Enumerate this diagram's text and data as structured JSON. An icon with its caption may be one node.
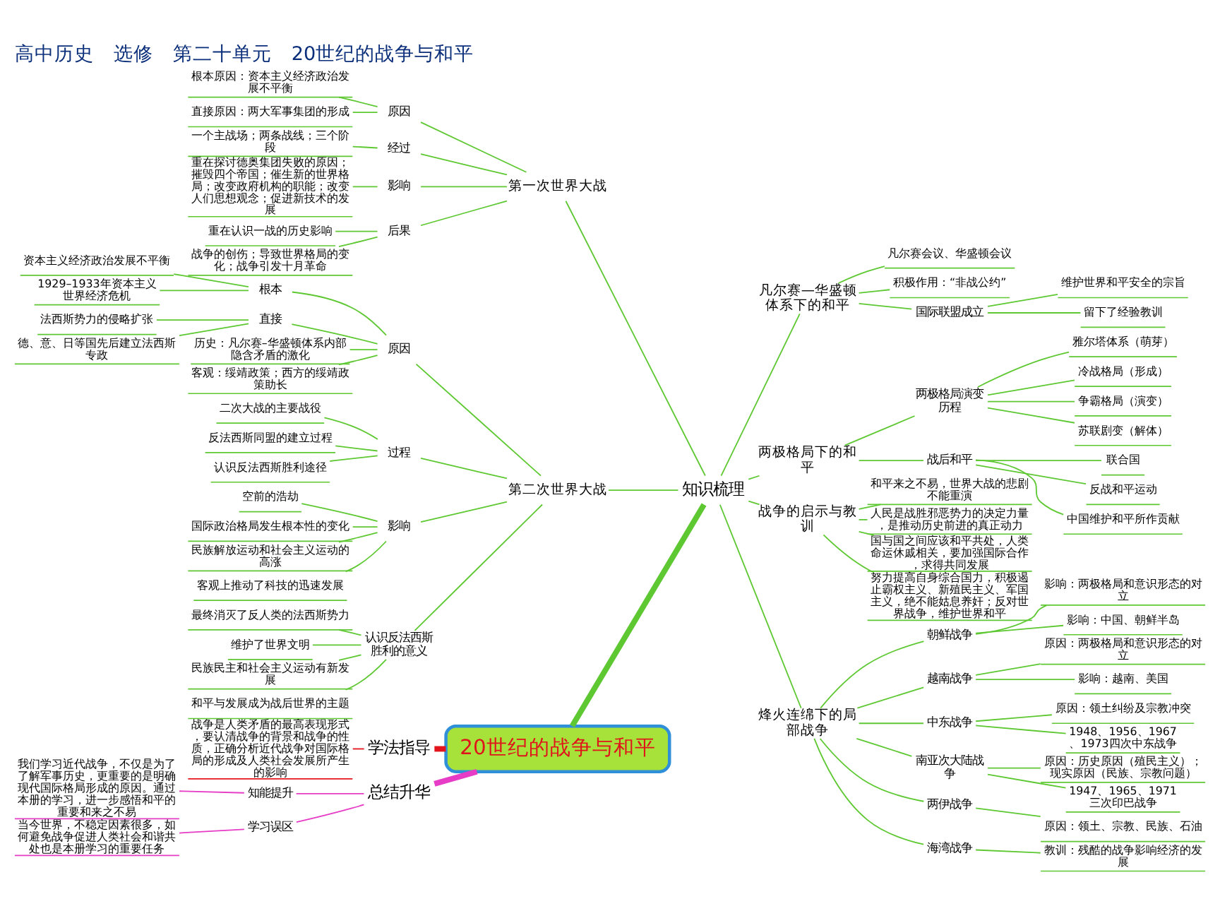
{
  "diagram": {
    "title": "高中历史　选修　第二十单元　20世纪的战争与和平",
    "nodes": [
      {
        "text": [
          "20世纪的战争与和平"
        ]
      },
      {
        "text": [
          "知识梳理"
        ]
      },
      {
        "text": [
          "学法指导"
        ]
      },
      {
        "text": [
          "总结升华"
        ]
      },
      {
        "text": [
          "战争是人类矛盾的最高表现形式，要认清战争的背景和战争的性质，正确分析近代战争对国际格局的形成及人类社会发展所产生的影响"
        ]
      },
      {
        "text": [
          "知能提升"
        ]
      },
      {
        "text": [
          "我们学习近代战争，不仅是为了了解军事历史，更重要的是明确现代国际格局形成的原因。通过本册的学习，进一步感悟和平的重要和来之不易"
        ]
      },
      {
        "text": [
          "学习误区"
        ]
      },
      {
        "text": [
          "当今世界，不稳定因素很多，如何避免战争促进人类社会和谐共处也是本册学习的重要任务"
        ]
      },
      {
        "text": [
          "第一次世界大战"
        ]
      },
      {
        "text": [
          "原因"
        ]
      },
      {
        "text": [
          "根本原因：资本主义经济政治发展不平衡"
        ]
      },
      {
        "text": [
          "直接原因：两大军事集团的形成"
        ]
      },
      {
        "text": [
          "经过"
        ]
      },
      {
        "text": [
          "一个主战场；两条战线；三个阶段"
        ]
      },
      {
        "text": [
          "影响"
        ]
      },
      {
        "text": [
          "重在探讨德奥集团失败的原因；摧毁四个帝国；催生新的世界格局；改变政府机构的职能；改变人们思想观念；促进新技术的发展"
        ]
      },
      {
        "text": [
          "后果"
        ]
      },
      {
        "text": [
          "重在认识一战的历史影响"
        ]
      },
      {
        "text": [
          "战争的创伤；导致世界格局的变化；战争引发十月革命"
        ]
      },
      {
        "text": [
          "凡尔赛—华盛顿体系下的和平"
        ]
      },
      {
        "text": [
          "凡尔赛会议、华盛顿会议"
        ]
      },
      {
        "text": [
          "积极作用：“非战公约”"
        ]
      },
      {
        "text": [
          "国际联盟成立"
        ]
      },
      {
        "text": [
          "维护世界和平安全的宗旨"
        ]
      },
      {
        "text": [
          "留下了经验教训"
        ]
      },
      {
        "text": [
          "两极格局下的和平"
        ]
      },
      {
        "text": [
          "两极格局演变历程"
        ]
      },
      {
        "text": [
          "雅尔塔体系（萌芽）"
        ]
      },
      {
        "text": [
          "冷战格局（形成）"
        ]
      },
      {
        "text": [
          "争霸格局（演变）"
        ]
      },
      {
        "text": [
          "苏联剧变（解体）"
        ]
      },
      {
        "text": [
          "战后和平"
        ]
      },
      {
        "text": [
          "联合国"
        ]
      },
      {
        "text": [
          "反战和平运动"
        ]
      },
      {
        "text": [
          "中国维护和平所作贡献"
        ]
      },
      {
        "text": [
          "战争的启示与教训"
        ]
      },
      {
        "text": [
          "和平来之不易，世界大战的悲剧不能重演"
        ]
      },
      {
        "text": [
          "人民是战胜邪恶势力的决定力量，是推动历史前进的真正动力"
        ]
      },
      {
        "text": [
          "国与国之间应该和平共处，人类命运休戚相关，要加强国际合作，求得共同发展"
        ]
      },
      {
        "text": [
          "努力提高自身综合国力，积极遏止霸权主义、新殖民主义、军国主义，绝不能姑息养奸；反对世界战争，维护世界和平"
        ]
      },
      {
        "text": [
          "烽火连绵下的局部战争"
        ]
      },
      {
        "text": [
          "朝鲜战争"
        ]
      },
      {
        "text": [
          "影响：两极格局和意识形态的对立"
        ]
      },
      {
        "text": [
          "影响：中国、朝鲜半岛"
        ]
      },
      {
        "text": [
          "越南战争"
        ]
      },
      {
        "text": [
          "原因：两极格局和意识形态的对立"
        ]
      },
      {
        "text": [
          "影响：越南、美国"
        ]
      },
      {
        "text": [
          "中东战争"
        ]
      },
      {
        "text": [
          "原因：领土纠纷及宗教冲突"
        ]
      },
      {
        "text": [
          "1948、1956、1967、1973四次中东战争"
        ]
      },
      {
        "text": [
          "南亚次大陆战争"
        ]
      },
      {
        "text": [
          "原因：历史原因（殖民主义）；现实原因（民族、宗教问题）"
        ]
      },
      {
        "text": [
          "1947、1965、1971三次印巴战争"
        ]
      },
      {
        "text": [
          "两伊战争"
        ]
      },
      {
        "text": [
          "原因：领土、宗教、民族、石油"
        ]
      },
      {
        "text": [
          "海湾战争"
        ]
      },
      {
        "text": [
          "教训：残酷的战争影响经济的发展"
        ]
      },
      {
        "text": [
          "第二次世界大战"
        ]
      },
      {
        "text": [
          "原因"
        ]
      },
      {
        "text": [
          "根本"
        ]
      },
      {
        "text": [
          "资本主义经济政治发展不平衡"
        ]
      },
      {
        "text": [
          "1929–1933年资本主义世界经济危机"
        ]
      },
      {
        "text": [
          "直接"
        ]
      },
      {
        "text": [
          "法西斯势力的侵略扩张"
        ]
      },
      {
        "text": [
          "德、意、日等国先后建立法西斯专政"
        ]
      },
      {
        "text": [
          "历史：凡尔赛–华盛顿体系内部隐含矛盾的激化"
        ]
      },
      {
        "text": [
          "客观：绥靖政策；西方的绥靖政策助长"
        ]
      },
      {
        "text": [
          "过程"
        ]
      },
      {
        "text": [
          "二次大战的主要战役"
        ]
      },
      {
        "text": [
          "反法西斯同盟的建立过程"
        ]
      },
      {
        "text": [
          "认识反法西斯胜利途径"
        ]
      },
      {
        "text": [
          "影响"
        ]
      },
      {
        "text": [
          "空前的浩劫"
        ]
      },
      {
        "text": [
          "国际政治格局发生根本性的变化"
        ]
      },
      {
        "text": [
          "民族解放运动和社会主义运动的高涨"
        ]
      },
      {
        "text": [
          "客观上推动了科技的迅速发展"
        ]
      },
      {
        "text": [
          "认识反法西斯胜利的意义"
        ]
      },
      {
        "text": [
          "最终消灭了反人类的法西斯势力"
        ]
      },
      {
        "text": [
          "维护了世界文明"
        ]
      },
      {
        "text": [
          "民族民主和社会主义运动有新发展"
        ]
      },
      {
        "text": [
          "和平与发展成为战后世界的主题"
        ]
      }
    ],
    "edges": [
      {
        "from": 0,
        "to": 1,
        "arrow": "none",
        "style": "thick"
      },
      {
        "from": 0,
        "to": 2,
        "arrow": "none",
        "style": "thick",
        "color": "#e3141b"
      },
      {
        "from": 0,
        "to": 3,
        "arrow": "none",
        "style": "thick",
        "color": "#e63cc6"
      },
      {
        "from": 2,
        "to": 4,
        "arrow": "none",
        "color": "#e3141b"
      },
      {
        "from": 3,
        "to": 5,
        "arrow": "none",
        "color": "#e63cc6"
      },
      {
        "from": 5,
        "to": 6,
        "arrow": "none",
        "color": "#e63cc6"
      },
      {
        "from": 3,
        "to": 7,
        "arrow": "none",
        "color": "#e63cc6"
      },
      {
        "from": 7,
        "to": 8,
        "arrow": "none",
        "color": "#e63cc6"
      },
      {
        "from": 1,
        "to": 9,
        "arrow": "none"
      },
      {
        "from": 9,
        "to": 10,
        "arrow": "none"
      },
      {
        "from": 10,
        "to": 11,
        "arrow": "none"
      },
      {
        "from": 10,
        "to": 12,
        "arrow": "none"
      },
      {
        "from": 9,
        "to": 13,
        "arrow": "none"
      },
      {
        "from": 13,
        "to": 14,
        "arrow": "none"
      },
      {
        "from": 9,
        "to": 15,
        "arrow": "none"
      },
      {
        "from": 15,
        "to": 16,
        "arrow": "none"
      },
      {
        "from": 9,
        "to": 17,
        "arrow": "none"
      },
      {
        "from": 17,
        "to": 18,
        "arrow": "none"
      },
      {
        "from": 17,
        "to": 19,
        "arrow": "none"
      },
      {
        "from": 1,
        "to": 20,
        "arrow": "none"
      },
      {
        "from": 20,
        "to": 21,
        "arrow": "none"
      },
      {
        "from": 20,
        "to": 22,
        "arrow": "none"
      },
      {
        "from": 20,
        "to": 23,
        "arrow": "none"
      },
      {
        "from": 23,
        "to": 24,
        "arrow": "none"
      },
      {
        "from": 23,
        "to": 25,
        "arrow": "none"
      },
      {
        "from": 1,
        "to": 26,
        "arrow": "none"
      },
      {
        "from": 26,
        "to": 27,
        "arrow": "none"
      },
      {
        "from": 27,
        "to": 28,
        "arrow": "none"
      },
      {
        "from": 27,
        "to": 29,
        "arrow": "none"
      },
      {
        "from": 27,
        "to": 30,
        "arrow": "none"
      },
      {
        "from": 27,
        "to": 31,
        "arrow": "none"
      },
      {
        "from": 26,
        "to": 32,
        "arrow": "none"
      },
      {
        "from": 32,
        "to": 33,
        "arrow": "none"
      },
      {
        "from": 32,
        "to": 34,
        "arrow": "none"
      },
      {
        "from": 32,
        "to": 35,
        "arrow": "none"
      },
      {
        "from": 1,
        "to": 36,
        "arrow": "none"
      },
      {
        "from": 36,
        "to": 37,
        "arrow": "none"
      },
      {
        "from": 36,
        "to": 38,
        "arrow": "none"
      },
      {
        "from": 36,
        "to": 39,
        "arrow": "none"
      },
      {
        "from": 36,
        "to": 40,
        "arrow": "none"
      },
      {
        "from": 1,
        "to": 41,
        "arrow": "none"
      },
      {
        "from": 41,
        "to": 42,
        "arrow": "none"
      },
      {
        "from": 42,
        "to": 43,
        "arrow": "none"
      },
      {
        "from": 42,
        "to": 44,
        "arrow": "none"
      },
      {
        "from": 41,
        "to": 45,
        "arrow": "none"
      },
      {
        "from": 45,
        "to": 46,
        "arrow": "none"
      },
      {
        "from": 45,
        "to": 47,
        "arrow": "none"
      },
      {
        "from": 41,
        "to": 48,
        "arrow": "none"
      },
      {
        "from": 48,
        "to": 49,
        "arrow": "none"
      },
      {
        "from": 48,
        "to": 50,
        "arrow": "none"
      },
      {
        "from": 41,
        "to": 51,
        "arrow": "none"
      },
      {
        "from": 51,
        "to": 52,
        "arrow": "none"
      },
      {
        "from": 51,
        "to": 53,
        "arrow": "none"
      },
      {
        "from": 41,
        "to": 54,
        "arrow": "none"
      },
      {
        "from": 54,
        "to": 55,
        "arrow": "none"
      },
      {
        "from": 41,
        "to": 56,
        "arrow": "none"
      },
      {
        "from": 56,
        "to": 57,
        "arrow": "none"
      },
      {
        "from": 1,
        "to": 58,
        "arrow": "none"
      },
      {
        "from": 58,
        "to": 59,
        "arrow": "none"
      },
      {
        "from": 59,
        "to": 60,
        "arrow": "none"
      },
      {
        "from": 60,
        "to": 61,
        "arrow": "none"
      },
      {
        "from": 60,
        "to": 62,
        "arrow": "none"
      },
      {
        "from": 59,
        "to": 63,
        "arrow": "none"
      },
      {
        "from": 63,
        "to": 64,
        "arrow": "none"
      },
      {
        "from": 63,
        "to": 65,
        "arrow": "none"
      },
      {
        "from": 59,
        "to": 66,
        "arrow": "none"
      },
      {
        "from": 59,
        "to": 67,
        "arrow": "none"
      },
      {
        "from": 58,
        "to": 68,
        "arrow": "none"
      },
      {
        "from": 68,
        "to": 69,
        "arrow": "none"
      },
      {
        "from": 68,
        "to": 70,
        "arrow": "none"
      },
      {
        "from": 68,
        "to": 71,
        "arrow": "none"
      },
      {
        "from": 58,
        "to": 72,
        "arrow": "none"
      },
      {
        "from": 72,
        "to": 73,
        "arrow": "none"
      },
      {
        "from": 72,
        "to": 74,
        "arrow": "none"
      },
      {
        "from": 72,
        "to": 75,
        "arrow": "none"
      },
      {
        "from": 72,
        "to": 76,
        "arrow": "none"
      },
      {
        "from": 58,
        "to": 77,
        "arrow": "none"
      },
      {
        "from": 77,
        "to": 78,
        "arrow": "none"
      },
      {
        "from": 77,
        "to": 79,
        "arrow": "none"
      },
      {
        "from": 77,
        "to": 80,
        "arrow": "none"
      },
      {
        "from": 77,
        "to": 81,
        "arrow": "none"
      }
    ]
  }
}
